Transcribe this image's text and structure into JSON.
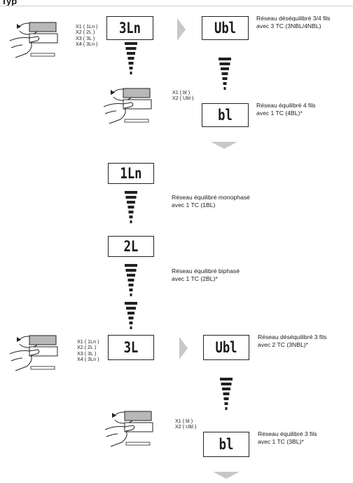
{
  "heading": "Typ",
  "section1": {
    "options": [
      "X1 ( 1Ln )",
      "X2 ( 2L )",
      "X3 ( 3L )",
      "X4 ( 3Ln )"
    ],
    "display_main": "3Ln",
    "display_a": "Ubl",
    "label_a": [
      "Réseau déséquilibré 3/4 fils",
      "avec 3 TC (3NBL/4NBL)"
    ],
    "sub_options": [
      "X1 ( bl )",
      "X2 ( Ubl )"
    ],
    "display_b": "bl",
    "label_b": [
      "Réseau équilibré 4 fils",
      "avec 1 TC (4BL)*"
    ]
  },
  "section2": {
    "display_1": "1Ln",
    "label_1": [
      "Réseau équilibré monophasé",
      "avec 1 TC (1BL)"
    ],
    "display_2": "2L",
    "label_2": [
      "Réseau équilibré biphasé",
      "avec 1 TC (2BL)*"
    ]
  },
  "section3": {
    "options": [
      "X1 ( 1Ln )",
      "X2 ( 2L )",
      "X3 ( 3L )",
      "X4 ( 3Ln )"
    ],
    "display_main": "3L",
    "display_a": "Ubl",
    "label_a": [
      "Réseau déséquilibré 3 fils",
      "avec 2 TC (3NBL)*"
    ],
    "sub_options": [
      "X1 ( bl )",
      "X2 ( Ubl )"
    ],
    "display_b": "bl",
    "label_b": [
      "Réseau équilibré 3 fils",
      "avec 1 TC (3BL)*"
    ]
  },
  "colors": {
    "ink": "#1a1a1a",
    "arrow": "#c8c8c8",
    "button": "#b8b8b8"
  },
  "icons": [
    "rotate-arrow-icon",
    "hand-press-icon",
    "progress-stack-icon",
    "chevron-right-icon",
    "chevron-down-icon"
  ]
}
